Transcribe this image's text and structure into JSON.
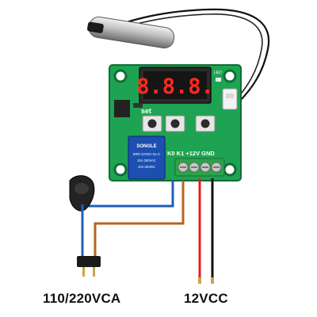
{
  "board": {
    "display_value": "8.8.8.",
    "set_label": "set",
    "led_label": "LED",
    "terminal_label": "K0  K1 +12V GND",
    "relay_text": [
      "SONGLE",
      "SRD-12VDC-SL-C",
      "10A 250VAC",
      "10A 30VDC"
    ]
  },
  "captions": {
    "ac_supply": "110/220VCA",
    "dc_supply": "12VCC"
  },
  "wire_colors": {
    "blue": "#1f5fb8",
    "brown": "#b5651d",
    "red": "#e01e1e",
    "black": "#111111"
  },
  "board_color": "#1ea352"
}
